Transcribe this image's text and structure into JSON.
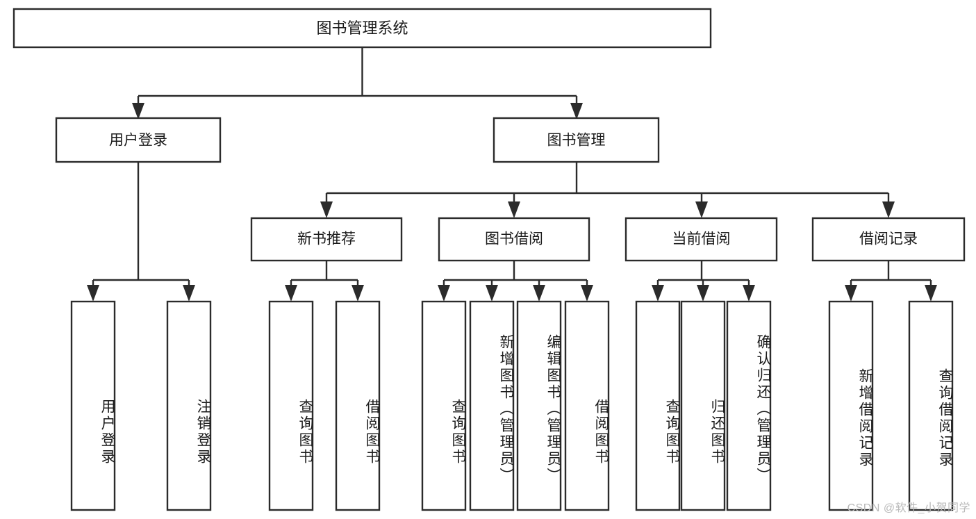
{
  "diagram": {
    "title": "图书管理系统",
    "type": "tree-hierarchy",
    "watermark": "CSDN @软件_小贺同学",
    "colors": {
      "stroke": "#2b2b2b",
      "fill": "#ffffff",
      "text": "#1b1b1b",
      "watermark": "#b9b9b9"
    },
    "root": {
      "label": "图书管理系统"
    },
    "level2": [
      {
        "label": "用户登录"
      },
      {
        "label": "图书管理"
      }
    ],
    "level3": [
      {
        "label": "新书推荐"
      },
      {
        "label": "图书借阅"
      },
      {
        "label": "当前借阅"
      },
      {
        "label": "借阅记录"
      }
    ],
    "leaves": {
      "user_login": [
        {
          "label": "用户登录"
        },
        {
          "label": "注销登录"
        }
      ],
      "new_book_recommend": [
        {
          "label": "查询图书"
        },
        {
          "label": "借阅图书"
        }
      ],
      "book_borrow": [
        {
          "label": "查询图书"
        },
        {
          "label": "新增图书（管理员）"
        },
        {
          "label": "编辑图书（管理员）"
        },
        {
          "label": "借阅图书"
        }
      ],
      "current_borrow": [
        {
          "label": "查询图书"
        },
        {
          "label": "归还图书"
        },
        {
          "label": "确认归还（管理员）"
        }
      ],
      "borrow_record": [
        {
          "label": "新增借阅记录"
        },
        {
          "label": "查询借阅记录"
        }
      ]
    }
  }
}
